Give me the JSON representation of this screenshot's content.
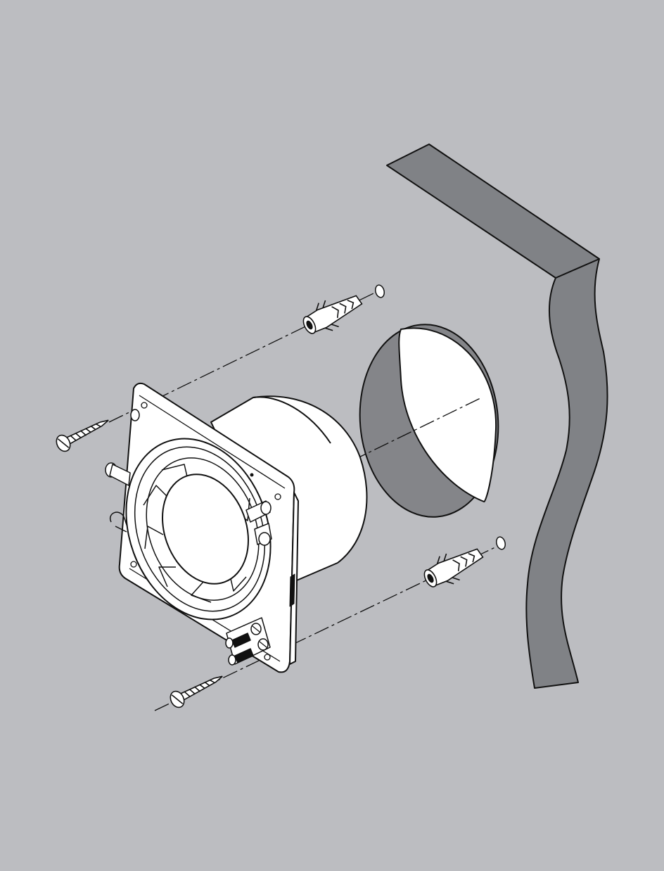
{
  "diagram": {
    "kind": "exploded installation view",
    "parts": [
      {
        "id": "wall",
        "icon": "wall-section-icon"
      },
      {
        "id": "duct-hole",
        "icon": "circular-wall-opening-icon"
      },
      {
        "id": "fan-body",
        "icon": "extractor-fan-icon"
      },
      {
        "id": "wall-plug-upper",
        "icon": "wall-plug-icon"
      },
      {
        "id": "wall-plug-lower",
        "icon": "wall-plug-icon"
      },
      {
        "id": "screw-upper",
        "icon": "screw-icon"
      },
      {
        "id": "screw-lower",
        "icon": "screw-icon"
      },
      {
        "id": "terminal-block",
        "icon": "terminal-block-icon"
      }
    ]
  },
  "colors": {
    "background": "#bcbdc1",
    "wall_fill": "#808286",
    "hole_shadow": "#848589",
    "part_fill": "#ffffff",
    "outline": "#111111"
  }
}
